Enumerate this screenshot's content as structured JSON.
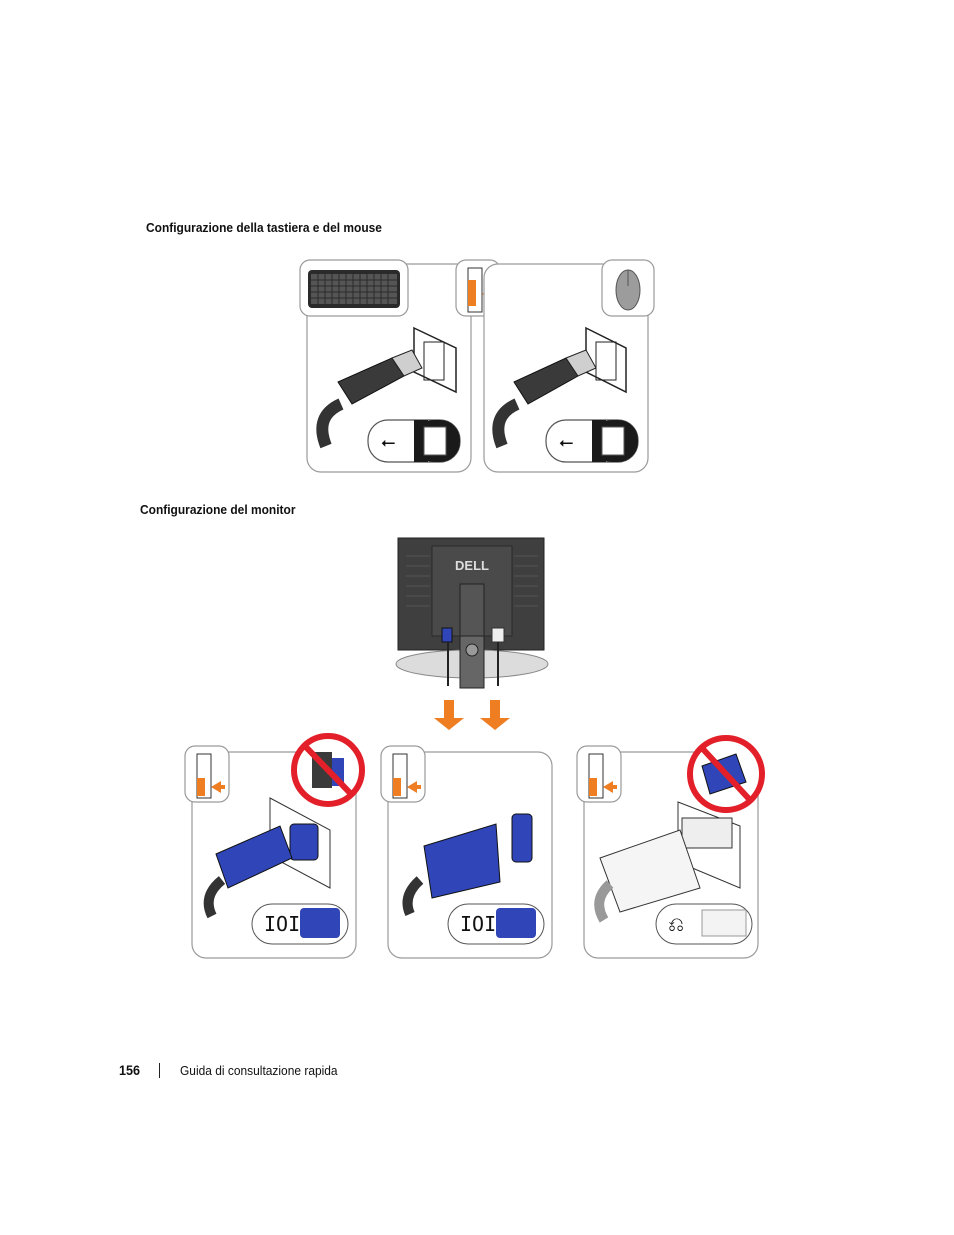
{
  "sections": {
    "keyboard_mouse_title": "Configurazione della tastiera e del mouse",
    "monitor_title": "Configurazione del monitor"
  },
  "monitor_logo": "DELL",
  "footer": {
    "page_number": "156",
    "doc_title": "Guida di consultazione rapida"
  },
  "colors": {
    "arrow": "#ef7d22",
    "connector_blue": "#2f45b8",
    "prohibited_red": "#e3202a",
    "panel_border": "#9a9a9a"
  },
  "icons": [
    "keyboard-icon",
    "mouse-icon",
    "usb-symbol-icon",
    "usb-port-icon",
    "vga-symbol-icon",
    "dvi-symbol-icon",
    "prohibited-icon",
    "down-arrow-icon"
  ]
}
